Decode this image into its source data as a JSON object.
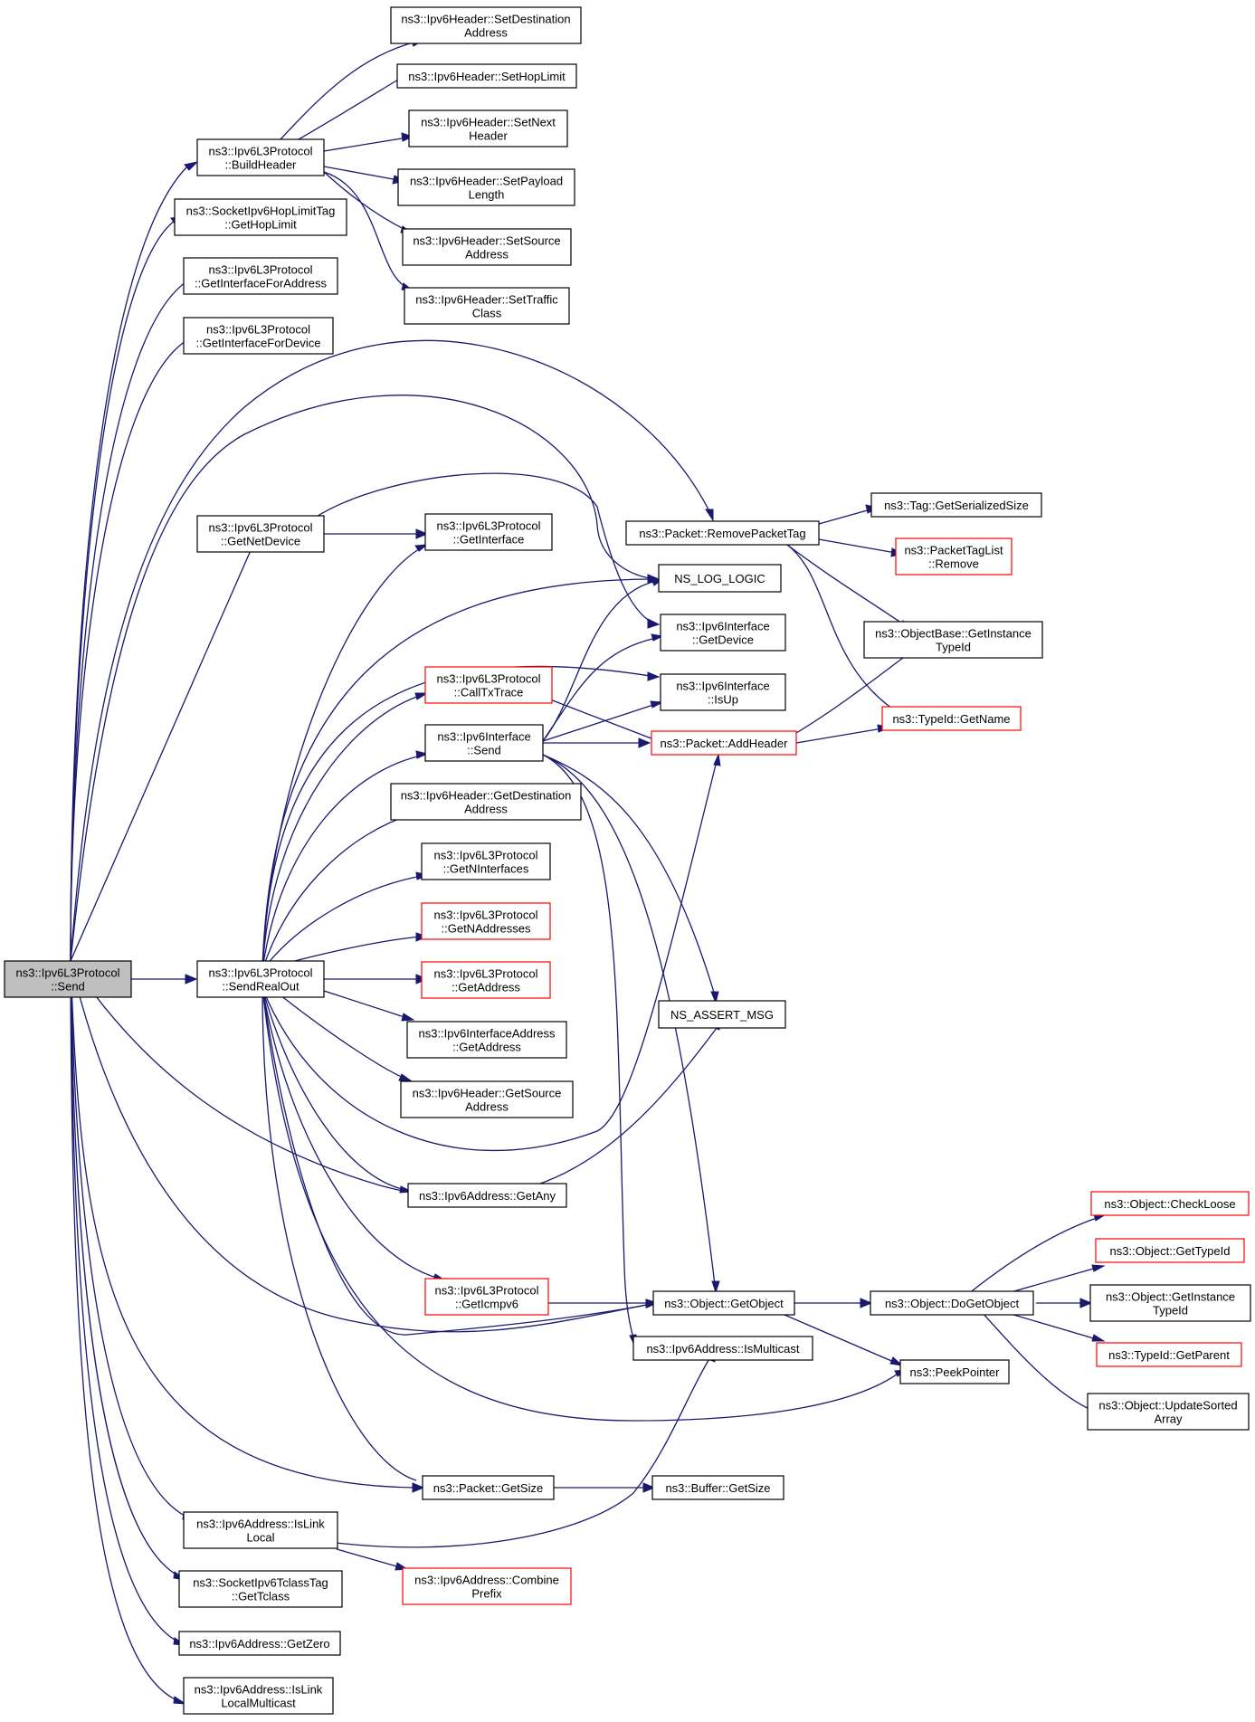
{
  "colors": {
    "edge": "#191970",
    "node_border": "#000000",
    "truncated_border": "#ff0000",
    "root_fill": "#bfbfbf"
  },
  "nodes": {
    "send": {
      "label": [
        "ns3::Ipv6L3Protocol",
        "::Send"
      ]
    },
    "buildheader": {
      "label": [
        "ns3::Ipv6L3Protocol",
        "::BuildHeader"
      ]
    },
    "hoplimittag": {
      "label": [
        "ns3::SocketIpv6HopLimitTag",
        "::GetHopLimit"
      ]
    },
    "getifaceaddr": {
      "label": [
        "ns3::Ipv6L3Protocol",
        "::GetInterfaceForAddress"
      ]
    },
    "getifacedev": {
      "label": [
        "ns3::Ipv6L3Protocol",
        "::GetInterfaceForDevice"
      ]
    },
    "getnetdevice": {
      "label": [
        "ns3::Ipv6L3Protocol",
        "::GetNetDevice"
      ]
    },
    "sendrealout": {
      "label": [
        "ns3::Ipv6L3Protocol",
        "::SendRealOut"
      ]
    },
    "islinklocal": {
      "label": [
        "ns3::Ipv6Address::IsLink",
        "Local"
      ]
    },
    "gettclass": {
      "label": [
        "ns3::SocketIpv6TclassTag",
        "::GetTclass"
      ]
    },
    "getzero": {
      "label": [
        "ns3::Ipv6Address::GetZero"
      ]
    },
    "islinklocalmc": {
      "label": [
        "ns3::Ipv6Address::IsLink",
        "LocalMulticast"
      ]
    },
    "setdest": {
      "label": [
        "ns3::Ipv6Header::SetDestination",
        "Address"
      ]
    },
    "sethoplimit": {
      "label": [
        "ns3::Ipv6Header::SetHopLimit"
      ]
    },
    "setnext": {
      "label": [
        "ns3::Ipv6Header::SetNext",
        "Header"
      ]
    },
    "setpayload": {
      "label": [
        "ns3::Ipv6Header::SetPayload",
        "Length"
      ]
    },
    "setsource": {
      "label": [
        "ns3::Ipv6Header::SetSource",
        "Address"
      ]
    },
    "settraffic": {
      "label": [
        "ns3::Ipv6Header::SetTraffic",
        "Class"
      ]
    },
    "getinterface": {
      "label": [
        "ns3::Ipv6L3Protocol",
        "::GetInterface"
      ]
    },
    "calltxtrace": {
      "label": [
        "ns3::Ipv6L3Protocol",
        "::CallTxTrace"
      ]
    },
    "ifacesend": {
      "label": [
        "ns3::Ipv6Interface",
        "::Send"
      ]
    },
    "getdestaddr": {
      "label": [
        "ns3::Ipv6Header::GetDestination",
        "Address"
      ]
    },
    "getninterfaces": {
      "label": [
        "ns3::Ipv6L3Protocol",
        "::GetNInterfaces"
      ]
    },
    "getnaddresses": {
      "label": [
        "ns3::Ipv6L3Protocol",
        "::GetNAddresses"
      ]
    },
    "getaddress": {
      "label": [
        "ns3::Ipv6L3Protocol",
        "::GetAddress"
      ]
    },
    "ifaceaddrget": {
      "label": [
        "ns3::Ipv6InterfaceAddress",
        "::GetAddress"
      ]
    },
    "getsrcaddr": {
      "label": [
        "ns3::Ipv6Header::GetSource",
        "Address"
      ]
    },
    "getany": {
      "label": [
        "ns3::Ipv6Address::GetAny"
      ]
    },
    "geticmpv6": {
      "label": [
        "ns3::Ipv6L3Protocol",
        "::GetIcmpv6"
      ]
    },
    "packetgetsize": {
      "label": [
        "ns3::Packet::GetSize"
      ]
    },
    "combineprefix": {
      "label": [
        "ns3::Ipv6Address::Combine",
        "Prefix"
      ]
    },
    "removetag": {
      "label": [
        "ns3::Packet::RemovePacketTag"
      ]
    },
    "nslog": {
      "label": [
        "NS_LOG_LOGIC"
      ]
    },
    "ifacegetdevice": {
      "label": [
        "ns3::Ipv6Interface",
        "::GetDevice"
      ]
    },
    "ifaceisup": {
      "label": [
        "ns3::Ipv6Interface",
        "::IsUp"
      ]
    },
    "addheader": {
      "label": [
        "ns3::Packet::AddHeader"
      ]
    },
    "nsassert": {
      "label": [
        "NS_ASSERT_MSG"
      ]
    },
    "getobject": {
      "label": [
        "ns3::Object::GetObject"
      ]
    },
    "ismulticast": {
      "label": [
        "ns3::Ipv6Address::IsMulticast"
      ]
    },
    "buffergetsize": {
      "label": [
        "ns3::Buffer::GetSize"
      ]
    },
    "tagserial": {
      "label": [
        "ns3::Tag::GetSerializedSize"
      ]
    },
    "tagremove": {
      "label": [
        "ns3::PacketTagList",
        "::Remove"
      ]
    },
    "objbasetype": {
      "label": [
        "ns3::ObjectBase::GetInstance",
        "TypeId"
      ]
    },
    "typeidname": {
      "label": [
        "ns3::TypeId::GetName"
      ]
    },
    "dogetobject": {
      "label": [
        "ns3::Object::DoGetObject"
      ]
    },
    "peekpointer": {
      "label": [
        "ns3::PeekPointer"
      ]
    },
    "checkloose": {
      "label": [
        "ns3::Object::CheckLoose"
      ]
    },
    "gettypeid": {
      "label": [
        "ns3::Object::GetTypeId"
      ]
    },
    "objinsttype": {
      "label": [
        "ns3::Object::GetInstance",
        "TypeId"
      ]
    },
    "getparent": {
      "label": [
        "ns3::TypeId::GetParent"
      ]
    },
    "updatesorted": {
      "label": [
        "ns3::Object::UpdateSorted",
        "Array"
      ]
    }
  }
}
